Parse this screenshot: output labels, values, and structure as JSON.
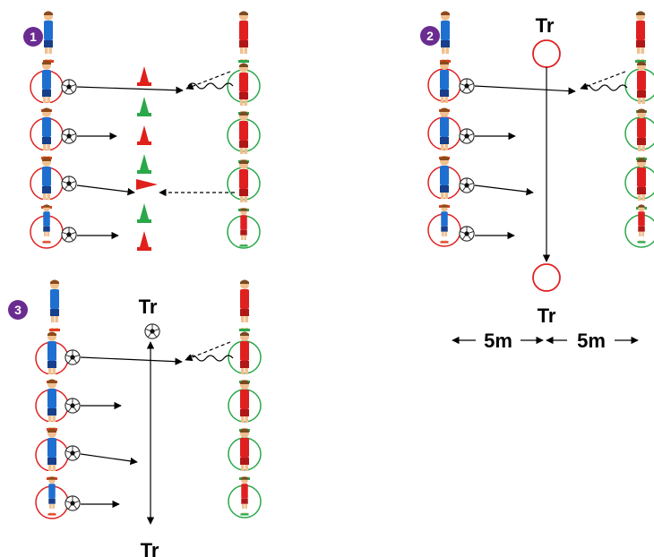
{
  "colors": {
    "blue_team": "#1f6fd1",
    "red_team": "#e02020",
    "cone_red": "#e0201a",
    "cone_green": "#2aa84a",
    "badge": "#6a2c91",
    "trainer_circle": "#e02020"
  },
  "diagrams": [
    {
      "badge": "1"
    },
    {
      "badge": "2",
      "trainer_top": "Tr",
      "trainer_bottom": "Tr",
      "dist_left": "5m",
      "dist_right": "5m"
    },
    {
      "badge": "3",
      "trainer_top": "Tr",
      "trainer_bottom": "Tr"
    }
  ]
}
